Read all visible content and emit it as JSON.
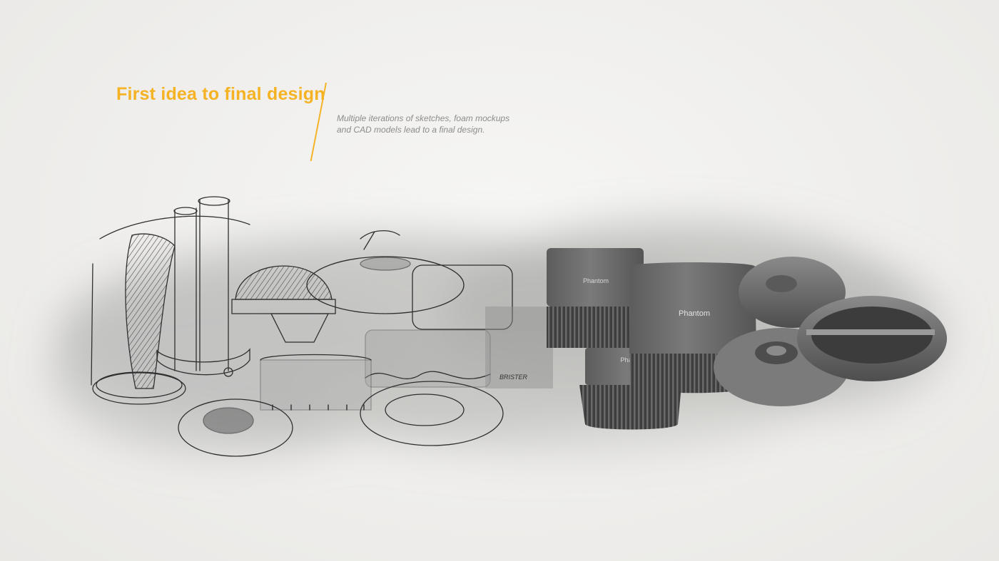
{
  "header": {
    "title": "First idea to final design",
    "description_line1": "Multiple iterations of sketches, foam mockups",
    "description_line2": "and CAD models lead to a final design."
  },
  "illustration": {
    "sketch_annotation": "BRISTER",
    "product_label_primary": "Phantom",
    "product_label_secondary": "Phantom",
    "product_label_lower": "Phan"
  },
  "colors": {
    "accent": "#f5b324",
    "caption": "#8c8c8c",
    "paper": "#efeeec"
  }
}
